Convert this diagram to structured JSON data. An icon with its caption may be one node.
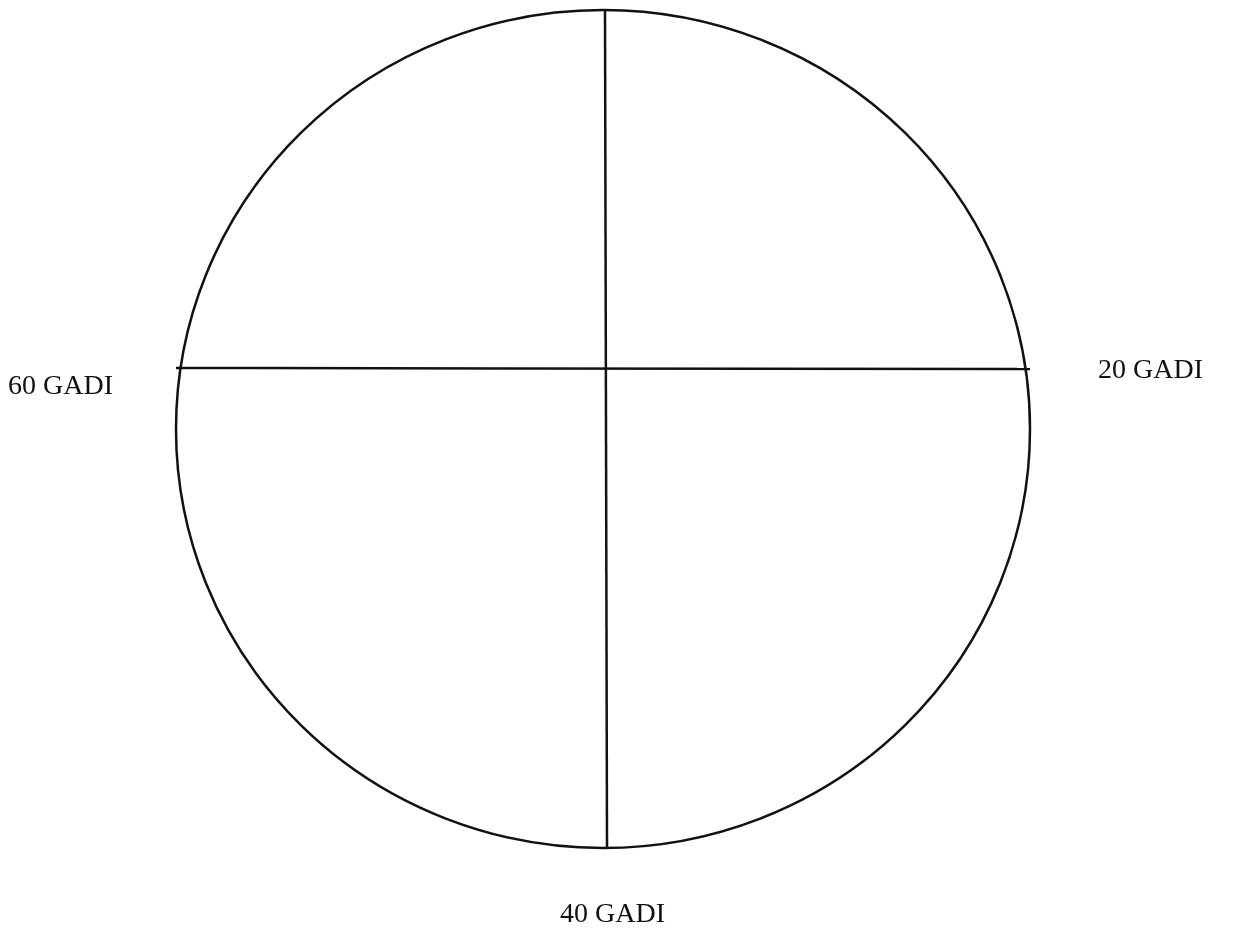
{
  "diagram": {
    "labels": [
      "20 GADI",
      "60 GADI",
      "40 GADI"
    ]
  }
}
